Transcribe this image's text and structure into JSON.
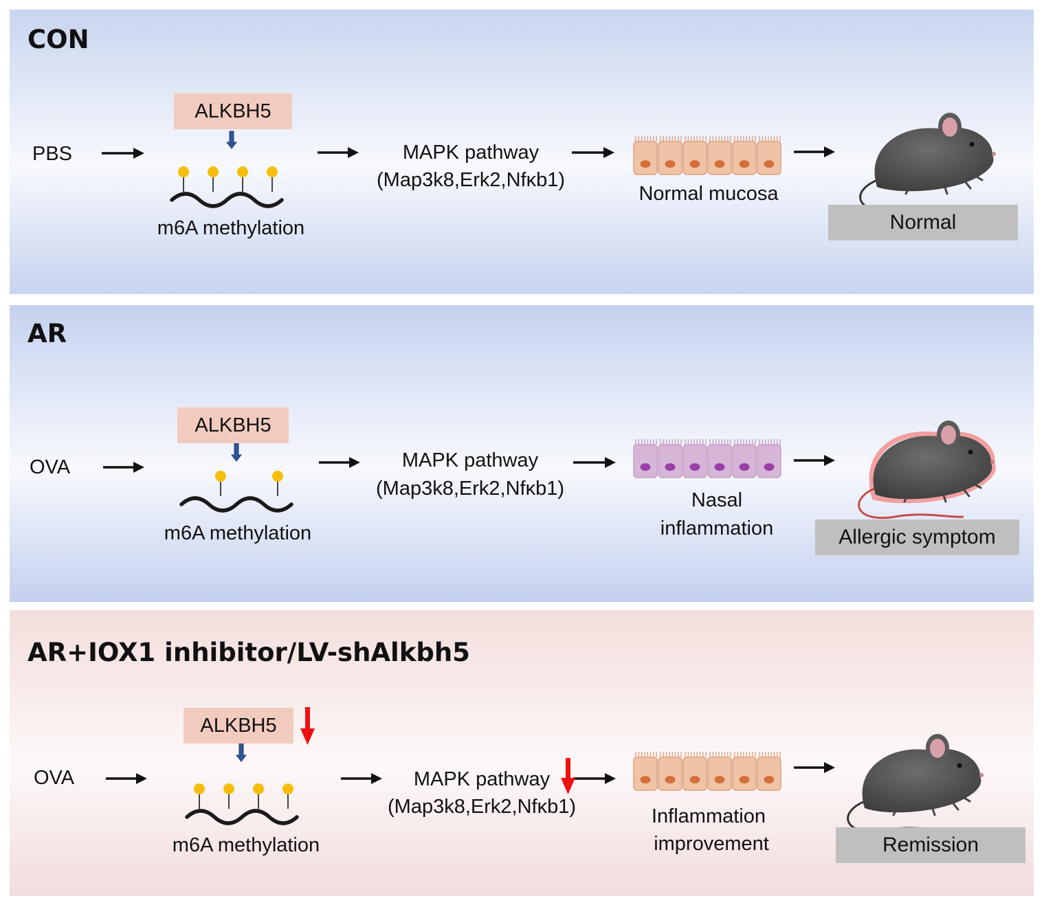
{
  "panels": [
    {
      "title": "CON",
      "stimulus": "PBS",
      "enzyme": "ALKBH5",
      "methylation": "m6A methylation",
      "pathway": "MAPK pathway",
      "genes": "(Map3k8,Erk2,Nfκb1)",
      "tissue": "Normal mucosa",
      "outcome": "Normal"
    },
    {
      "title": "AR",
      "stimulus": "OVA",
      "enzyme": "ALKBH5",
      "methylation": "m6A methylation",
      "pathway": "MAPK pathway",
      "genes": "(Map3k8,Erk2,Nfκb1)",
      "tissue_line1": "Nasal",
      "tissue_line2": "inflammation",
      "outcome": "Allergic symptom"
    },
    {
      "title": "AR+IOX1 inhibitor/LV-shAlkbh5",
      "stimulus": "OVA",
      "enzyme": "ALKBH5",
      "methylation": "m6A methylation",
      "pathway": "MAPK pathway",
      "genes": "(Map3k8,Erk2,Nfκb1)",
      "tissue_line1": "Inflammation",
      "tissue_line2": "improvement",
      "outcome": "Remission"
    }
  ],
  "colors": {
    "panel_blue": "#c9d5ef",
    "panel_pink": "#f3dedc",
    "enzyme_box": "#f2cbbf",
    "outcome_box": "#bfbfbf",
    "m6a_dot": "#f6be0c",
    "blue_arrow": "#2f5597",
    "red_arrow": "#ee1111",
    "normal_cells": "#f1c3a6",
    "inflamed_cells": "#d6b6d6"
  }
}
